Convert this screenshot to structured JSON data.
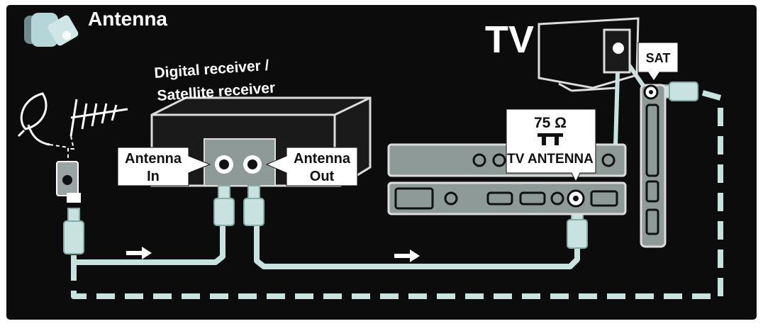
{
  "section_label": "Antenna",
  "receiver": {
    "title_line1": "Digital receiver /",
    "title_line2": "Satellite receiver",
    "in_line1": "Antenna",
    "in_line2": "In",
    "out_line1": "Antenna",
    "out_line2": "Out"
  },
  "tv": {
    "label": "TV",
    "impedance": "75 Ω",
    "antenna_port_label": "TV ANTENNA",
    "sat_label": "SAT"
  },
  "colors": {
    "background": "#0c0c0c",
    "frame": "#ffffff",
    "cable": "#c8e2df",
    "cable_outline": "#88aaa8",
    "device_fill": "#1a1a1a",
    "device_stroke": "#dcdcdc",
    "panel_fill": "#8e9a98",
    "label_fill": "#ffffff",
    "label_text": "#111111",
    "text_light": "#ffffff"
  }
}
